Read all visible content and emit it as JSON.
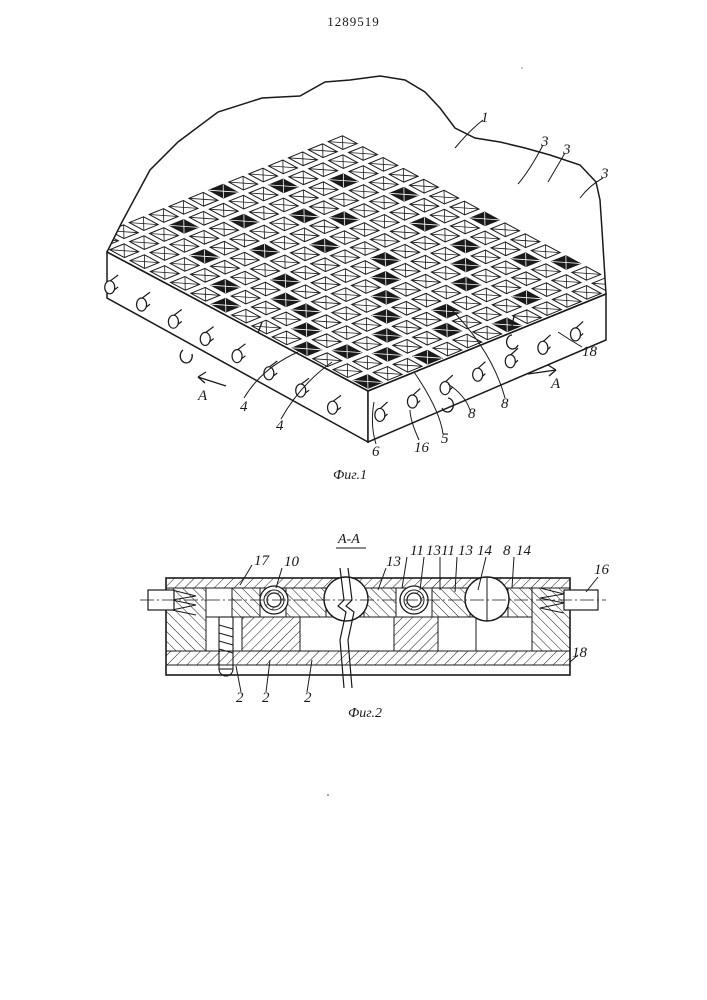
{
  "document": {
    "number": "1289519"
  },
  "fig1": {
    "caption": "Фиг.1",
    "callouts": [
      "1",
      "3",
      "3",
      "3",
      "18",
      "A",
      "A",
      "4",
      "4",
      "6",
      "16",
      "5",
      "8",
      "8"
    ]
  },
  "fig2": {
    "section_title": "A-A",
    "caption": "Фиг.2",
    "callouts": [
      "17",
      "10",
      "13",
      "11",
      "13",
      "11",
      "13",
      "14",
      "8",
      "14",
      "16",
      "18",
      "2",
      "2",
      "2"
    ]
  },
  "colors": {
    "ink": "#1a1a1a",
    "paper": "#ffffff"
  }
}
